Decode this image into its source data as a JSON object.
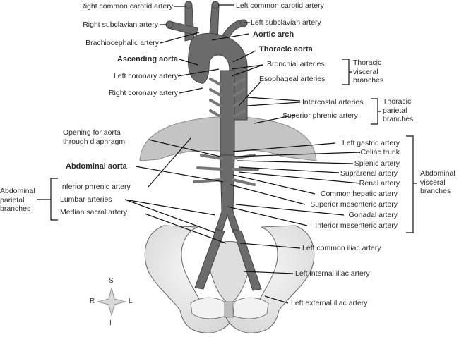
{
  "figure": {
    "subject": "Aorta and its principal branches",
    "colors": {
      "artery": "#6d6d6d",
      "artery_dark": "#555555",
      "diaphragm": "#bdbdbd",
      "bone": "#ebebeb",
      "leader": "#1a1a1a",
      "text": "#2b2b2b"
    }
  },
  "labels": {
    "right_common_carotid": "Right common carotid artery",
    "right_subclavian": "Right subclavian artery",
    "brachiocephalic": "Brachiocephalic artery",
    "ascending_aorta": "Ascending aorta",
    "left_coronary": "Left coronary artery",
    "right_coronary": "Right coronary artery",
    "left_common_carotid": "Left common carotid artery",
    "left_subclavian": "Left subclavian artery",
    "aortic_arch": "Aortic arch",
    "thoracic_aorta": "Thoracic aorta",
    "bronchial": "Bronchial arteries",
    "esophageal": "Esophageal arteries",
    "intercostal": "Intercostal arteries",
    "superior_phrenic": "Superior phrenic artery",
    "opening_diaphragm": "Opening for aorta\nthrough diaphragm",
    "abdominal_aorta": "Abdominal aorta",
    "inferior_phrenic": "Inferior phrenic artery",
    "lumbar": "Lumbar arteries",
    "median_sacral": "Median sacral artery",
    "left_gastric": "Left gastric artery",
    "celiac_trunk": "Celiac trunk",
    "splenic": "Splenic artery",
    "suprarenal": "Suprarenal artery",
    "renal": "Renal artery",
    "common_hepatic": "Common hepatic artery",
    "superior_mesenteric": "Superior mesenteric artery",
    "gonadal": "Gonadal artery",
    "inferior_mesenteric": "Inferior mesenteric artery",
    "left_common_iliac": "Left common iliac artery",
    "left_internal_iliac": "Left internal iliac artery",
    "left_external_iliac": "Left external iliac artery"
  },
  "groups": {
    "thoracic_visceral": "Thoracic\nvisceral\nbranches",
    "thoracic_parietal": "Thoracic\nparietal\nbranches",
    "abdominal_visceral": "Abdominal\nvisceral\nbranches",
    "abdominal_parietal": "Abdominal\nparietal\nbranches"
  },
  "compass": {
    "superior": "S",
    "inferior": "I",
    "right": "R",
    "left": "L"
  }
}
